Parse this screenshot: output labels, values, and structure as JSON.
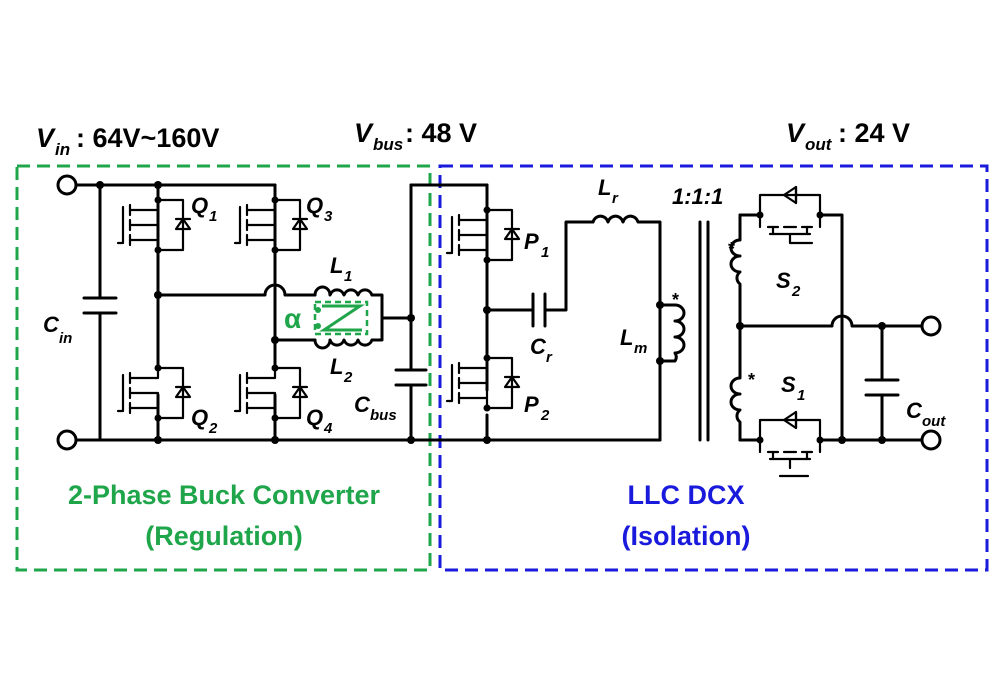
{
  "header": {
    "vin_symbol": "V",
    "vin_sub": "in",
    "vin_value": ":  64V~160V",
    "vbus_symbol": "V",
    "vbus_sub": "bus",
    "vbus_value": ":  48 V",
    "vout_symbol": "V",
    "vout_sub": "out",
    "vout_value": ":  24 V"
  },
  "buck": {
    "title": "2-Phase Buck Converter",
    "subtitle": "(Regulation)",
    "color": "#1fa54a",
    "coupling_symbol": "α",
    "cin": {
      "main": "C",
      "sub": "in"
    },
    "cbus": {
      "main": "C",
      "sub": "bus"
    },
    "q1": {
      "main": "Q",
      "sub": "1"
    },
    "q2": {
      "main": "Q",
      "sub": "2"
    },
    "q3": {
      "main": "Q",
      "sub": "3"
    },
    "q4": {
      "main": "Q",
      "sub": "4"
    },
    "l1": {
      "main": "L",
      "sub": "1"
    },
    "l2": {
      "main": "L",
      "sub": "2"
    }
  },
  "llc": {
    "title": "LLC DCX",
    "subtitle": "(Isolation)",
    "color": "#1a1adc",
    "turns_ratio": "1:1:1",
    "dot_mark": "*",
    "p1": {
      "main": "P",
      "sub": "1"
    },
    "p2": {
      "main": "P",
      "sub": "2"
    },
    "cr": {
      "main": "C",
      "sub": "r"
    },
    "lr": {
      "main": "L",
      "sub": "r"
    },
    "lm": {
      "main": "L",
      "sub": "m"
    },
    "s1": {
      "main": "S",
      "sub": "1"
    },
    "s2": {
      "main": "S",
      "sub": "2"
    },
    "cout": {
      "main": "C",
      "sub": "out"
    }
  }
}
